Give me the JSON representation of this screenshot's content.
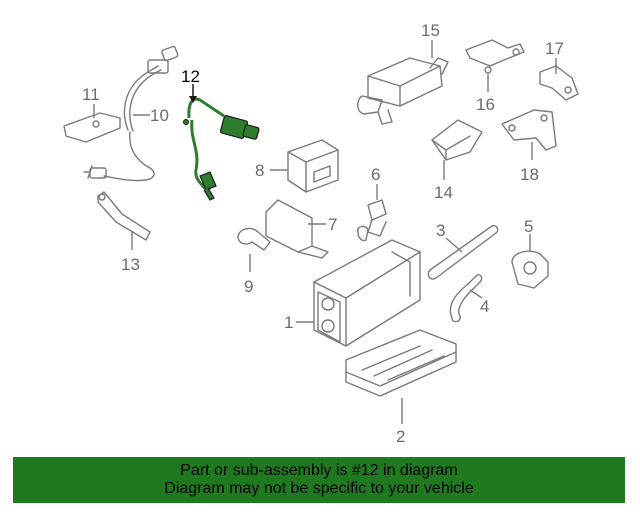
{
  "labels": {
    "l1": "1",
    "l2": "2",
    "l3": "3",
    "l4": "4",
    "l5": "5",
    "l6": "6",
    "l7": "7",
    "l8": "8",
    "l9": "9",
    "l10": "10",
    "l11": "11",
    "l12": "12",
    "l13": "13",
    "l14": "14",
    "l15": "15",
    "l16": "16",
    "l17": "17",
    "l18": "18"
  },
  "highlighted_part": "12",
  "highlight_color": "#2e7d2e",
  "banner": {
    "line1": "Part or sub-assembly is #12 in diagram",
    "line2": "Diagram may not be specific to your vehicle",
    "background": "#1f7a1f"
  }
}
